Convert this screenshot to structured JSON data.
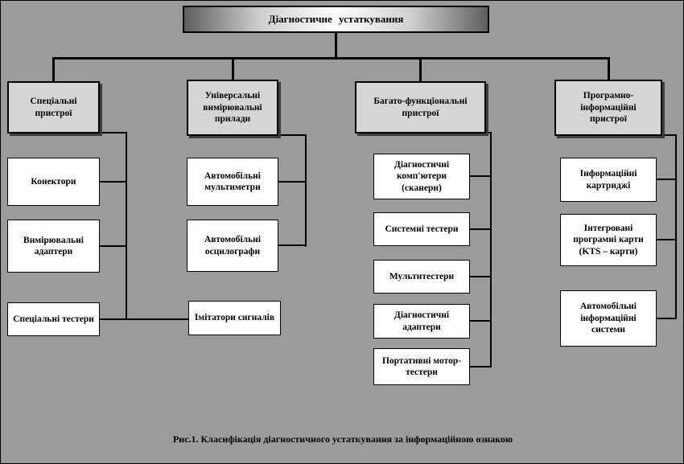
{
  "figure": {
    "root": {
      "label": "Діагностичне устаткування"
    },
    "branches": [
      {
        "label": "Спеціальні пристрої",
        "children": [
          "Конектори",
          "Вимірювальні адаптери",
          "Спеціальні тестери"
        ]
      },
      {
        "label": "Універсальні вимірювальні прилади",
        "children": [
          "Автомобільні мультиметри",
          "Автомобільні осцилографи",
          "Імітатори сигналів"
        ]
      },
      {
        "label": "Багато-функціональні пристрої",
        "children": [
          "Діагностичні комп'ютери (сканери)",
          "Системні тестери",
          "Мультитестери",
          "Діагностичні адаптери",
          "Портативні мотор-тестери"
        ]
      },
      {
        "label": "Програмно-інформаційні пристрої",
        "children": [
          "Інформаційні картриджі",
          "Інтегровані програмні карти (KTS – карти)",
          "Автомобільні інформаційні системи"
        ]
      }
    ],
    "caption": "Рис.1. Класифікація діагностичного устаткування за інформаційною ознакою"
  },
  "colors": {
    "background": "#9b9b9b",
    "category_fill": "#d5d5d5",
    "leaf_fill": "#ffffff",
    "line": "#000000"
  }
}
